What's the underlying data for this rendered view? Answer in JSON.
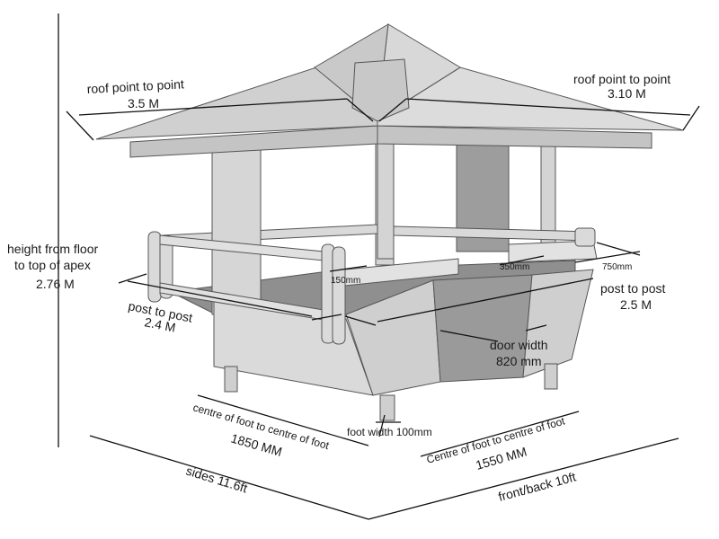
{
  "labels": {
    "roof_left_title": "roof point to point",
    "roof_left_value": "3.5 M",
    "roof_right_title": "roof point to point",
    "roof_right_value": "3.10 M",
    "height_line1": "height from floor",
    "height_line2": "to top of apex",
    "height_value": "2.76 M",
    "post_left_title": "post to post",
    "post_left_value": "2.4 M",
    "post_right_title": "post to post",
    "post_right_value": "2.5 M",
    "seat_depth": "150mm",
    "seat_small": "350mm",
    "seat_large": "750mm",
    "door_title": "door width",
    "door_value": "820 mm",
    "foot_width": "foot width 100mm",
    "foot_left_title": "centre of foot to centre of foot",
    "foot_left_value": "1850 MM",
    "foot_right_title": "Centre of foot to centre of foot",
    "foot_right_value": "1550 MM",
    "sides": "sides 11.6ft",
    "front_back": "front/back 10ft"
  },
  "colors": {
    "roof_top": "#d2d2d2",
    "roof_fascia": "#c4c4c4",
    "post": "#d6d6d6",
    "wall_front": "#cdcdcd",
    "wall_side": "#dadada",
    "door_opening": "#9a9a9a",
    "interior": "#8f8f8f",
    "line": "#111111"
  }
}
